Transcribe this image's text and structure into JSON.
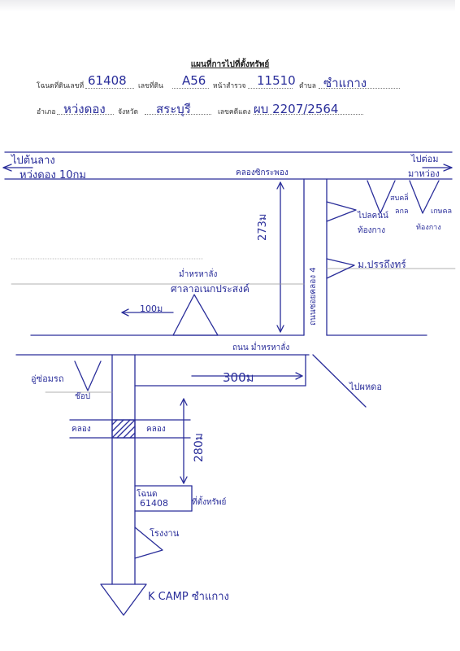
{
  "header": {
    "title": "แผนที่การไปที่ตั้งทรัพย์",
    "deed_label": "โฉนดที่ดินเลขที่",
    "deed_value": "61408",
    "parcel_label": "เลขที่ดิน",
    "parcel_value": "A56",
    "survey_label": "หน้าสำรวจ",
    "survey_value": "11510",
    "subdistrict_label": "ตำบล",
    "subdistrict_value": "ซำแกาง",
    "district_label": "อำเภอ",
    "district_value": "หว่งดอง",
    "province_label": "จังหวัด",
    "province_value": "สระบุรี",
    "case_label": "เลขคดีแดง",
    "case_value": "ผบ 2207/2564"
  },
  "map": {
    "nw_dest": "ไปต้นลาง",
    "nw_dist": "หว่งดอง 10กม",
    "ne_dest1": "ไปต่อม",
    "ne_dest2": "มาหว่อง",
    "canal_top": "คลองซิกระพอง",
    "dist_273": "273ม",
    "soi_vertical": "ถนนซอยคลอง 4",
    "shop1": "ไปลคนน์",
    "shop1b": "ท้องกาง",
    "shop2": "สบคลิ่",
    "shop2b": "ลกล",
    "shop3": "เกษคล",
    "shop3b": "ท้องกาง",
    "village": "ม.ปรรถึงทร์",
    "temple_a": "ม่ำหรหาลั่ง",
    "temple_b": "ศาลาอเนกประสงค์",
    "dist_100": "100ม",
    "road_bottom": "ถนน ม่ำหรหาลั่ง",
    "repair": "อู่ซ่อมรถ",
    "repair_b": "ช๊อป",
    "dist_300": "300ม",
    "right_label": "ไปผหดอ",
    "bridge_left": "คลอง",
    "bridge_right": "คลอง",
    "dist_280": "280ม",
    "deed_box_label": "โฉนด",
    "deed_box_num": "61408",
    "asset_label": "ที่ตั้งทรัพย์",
    "factory": "โรงงาน",
    "camp": "K CAMP ซำแกาง"
  }
}
